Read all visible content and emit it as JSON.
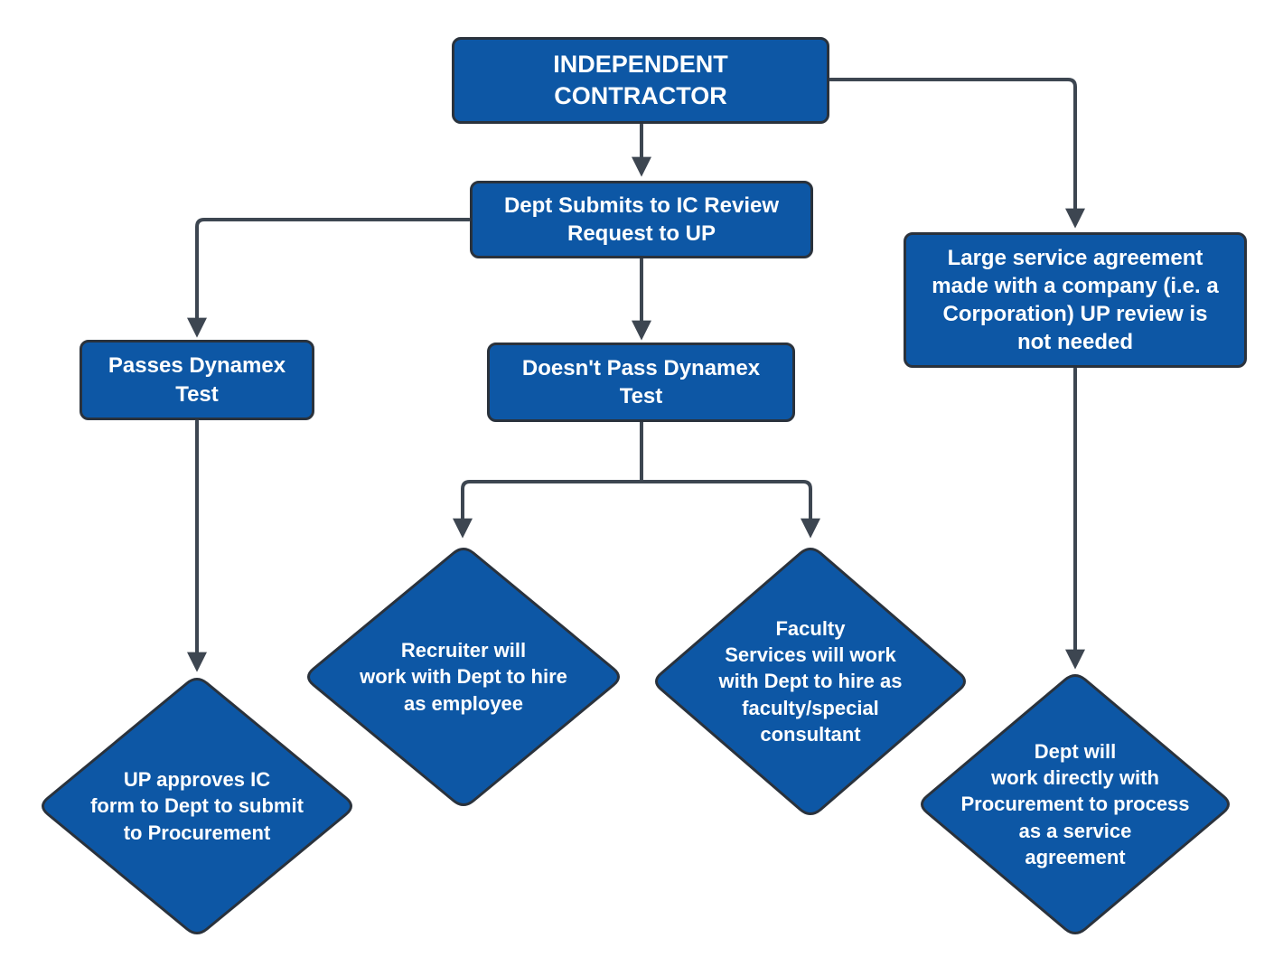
{
  "diagram": {
    "type": "flowchart",
    "colors": {
      "node_fill": "#0d57a5",
      "node_border": "#2a323c",
      "connector": "#3d4651",
      "text": "#ffffff",
      "background": "#ffffff"
    },
    "nodes": {
      "independent_contractor": {
        "shape": "rectangle",
        "label": "INDEPENDENT\nCONTRACTOR"
      },
      "dept_submits": {
        "shape": "rectangle",
        "label": "Dept Submits to IC Review\nRequest to UP"
      },
      "passes_dynamex": {
        "shape": "rectangle",
        "label": "Passes Dynamex\nTest"
      },
      "doesnt_pass_dynamex": {
        "shape": "rectangle",
        "label": "Doesn't Pass Dynamex\nTest"
      },
      "large_service_agreement": {
        "shape": "rectangle",
        "label": "Large service agreement\nmade with a company (i.e. a\nCorporation) UP review is\nnot needed"
      },
      "up_approves": {
        "shape": "diamond",
        "label": "UP approves IC\nform to Dept to submit\nto Procurement"
      },
      "recruiter": {
        "shape": "diamond",
        "label": "Recruiter will\nwork with Dept to hire\nas employee"
      },
      "faculty_services": {
        "shape": "diamond",
        "label": "Faculty\nServices will work\nwith Dept to hire as\nfaculty/special\nconsultant"
      },
      "dept_procurement": {
        "shape": "diamond",
        "label": "Dept will\nwork directly with\nProcurement to process\nas a service\nagreement"
      }
    },
    "edges": [
      {
        "from": "independent_contractor",
        "to": "dept_submits"
      },
      {
        "from": "independent_contractor",
        "to": "large_service_agreement"
      },
      {
        "from": "dept_submits",
        "to": "passes_dynamex"
      },
      {
        "from": "dept_submits",
        "to": "doesnt_pass_dynamex"
      },
      {
        "from": "passes_dynamex",
        "to": "up_approves"
      },
      {
        "from": "doesnt_pass_dynamex",
        "to": "recruiter"
      },
      {
        "from": "doesnt_pass_dynamex",
        "to": "faculty_services"
      },
      {
        "from": "large_service_agreement",
        "to": "dept_procurement"
      }
    ]
  }
}
